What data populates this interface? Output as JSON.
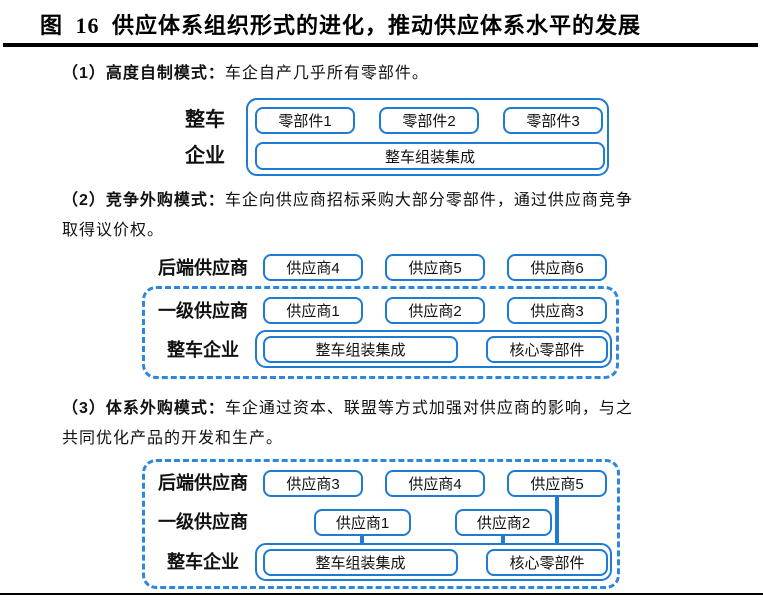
{
  "colors": {
    "box_border": "#1e7ad3",
    "dashed_border": "#2e87de",
    "rule": "#000000",
    "text": "#111111"
  },
  "title": "图 16 供应体系组织形式的进化，推动供应体系水平的发展",
  "sections": {
    "s1": {
      "bold": "（1）高度自制模式：",
      "text": "车企自产几乎所有零部件。"
    },
    "s2": {
      "bold": "（2）竞争外购模式：",
      "line1": "车企向供应商招标采购大部分零部件，通过供应商竞争",
      "line2": "取得议价权。"
    },
    "s3": {
      "bold": "（3）体系外购模式：",
      "line1": "车企通过资本、联盟等方式加强对供应商的影响，与之",
      "line2": "共同优化产品的开发和生产。"
    }
  },
  "diagram1": {
    "label_top": "整车",
    "label_bottom": "企业",
    "parts": [
      "零部件1",
      "零部件2",
      "零部件3"
    ],
    "assembly": "整车组装集成"
  },
  "diagram2": {
    "backend_label": "后端供应商",
    "backend_boxes": [
      "供应商4",
      "供应商5",
      "供应商6"
    ],
    "tier1_label": "一级供应商",
    "tier1_boxes": [
      "供应商1",
      "供应商2",
      "供应商3"
    ],
    "oem_label": "整车企业",
    "oem_boxes": [
      "整车组装集成",
      "核心零部件"
    ]
  },
  "diagram3": {
    "backend_label": "后端供应商",
    "backend_boxes": [
      "供应商3",
      "供应商4",
      "供应商5"
    ],
    "tier1_label": "一级供应商",
    "tier1_boxes": [
      "供应商1",
      "供应商2"
    ],
    "oem_label": "整车企业",
    "oem_boxes": [
      "整车组装集成",
      "核心零部件"
    ]
  }
}
